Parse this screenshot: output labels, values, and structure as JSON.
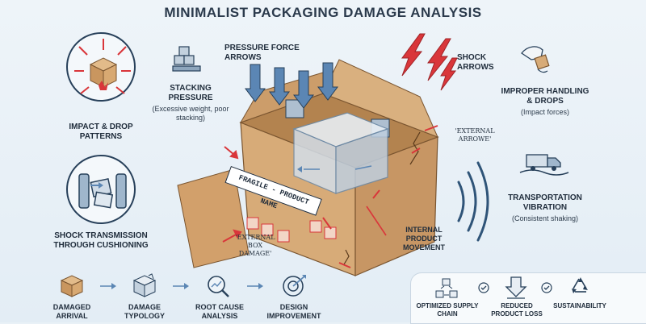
{
  "title": "MINIMALIST PACKAGING DAMAGE ANALYSIS",
  "left": {
    "impact": {
      "label": "IMPACT & DROP PATTERNS"
    },
    "shock": {
      "label": "SHOCK TRANSMISSION THROUGH CUSHIONING"
    }
  },
  "stacking": {
    "label": "STACKING PRESSURE",
    "sub": "(Excessive weight, poor stacking)"
  },
  "pressure": {
    "label": "PRESSURE FORCE ARROWS"
  },
  "shock_arrows": {
    "label": "SHOCK ARROWS"
  },
  "external_arrows": {
    "label": "'EXTERNAL ARROWE'"
  },
  "external_damage": {
    "label": "'EXTERNAL BOX DAMAGE'"
  },
  "internal": {
    "label": "INTERNAL PRODUCT MOVEMENT"
  },
  "box": {
    "fragile_label": "FRAGILE - PRODUCT NAME"
  },
  "right": {
    "handling": {
      "label": "IMPROPER HANDLING & DROPS",
      "sub": "(Impact forces)"
    },
    "transport": {
      "label": "TRANSPORTATION VIBRATION",
      "sub": "(Consistent shaking)"
    }
  },
  "flow": [
    {
      "label": "DAMAGED ARRIVAL"
    },
    {
      "label": "DAMAGE TYPOLOGY"
    },
    {
      "label": "ROOT CAUSE ANALYSIS"
    },
    {
      "label": "DESIGN IMPROVEMENT"
    }
  ],
  "outcomes": [
    {
      "label": "OPTIMIZED SUPPLY CHAIN"
    },
    {
      "label": "REDUCED PRODUCT LOSS"
    },
    {
      "label": "SUSTAINABILITY"
    }
  ],
  "colors": {
    "cardboard": "#d7ab78",
    "cardboard_dark": "#b9875a",
    "arrow_blue": "#5b86b4",
    "arrow_red": "#d9363a",
    "ink": "#27405a"
  }
}
